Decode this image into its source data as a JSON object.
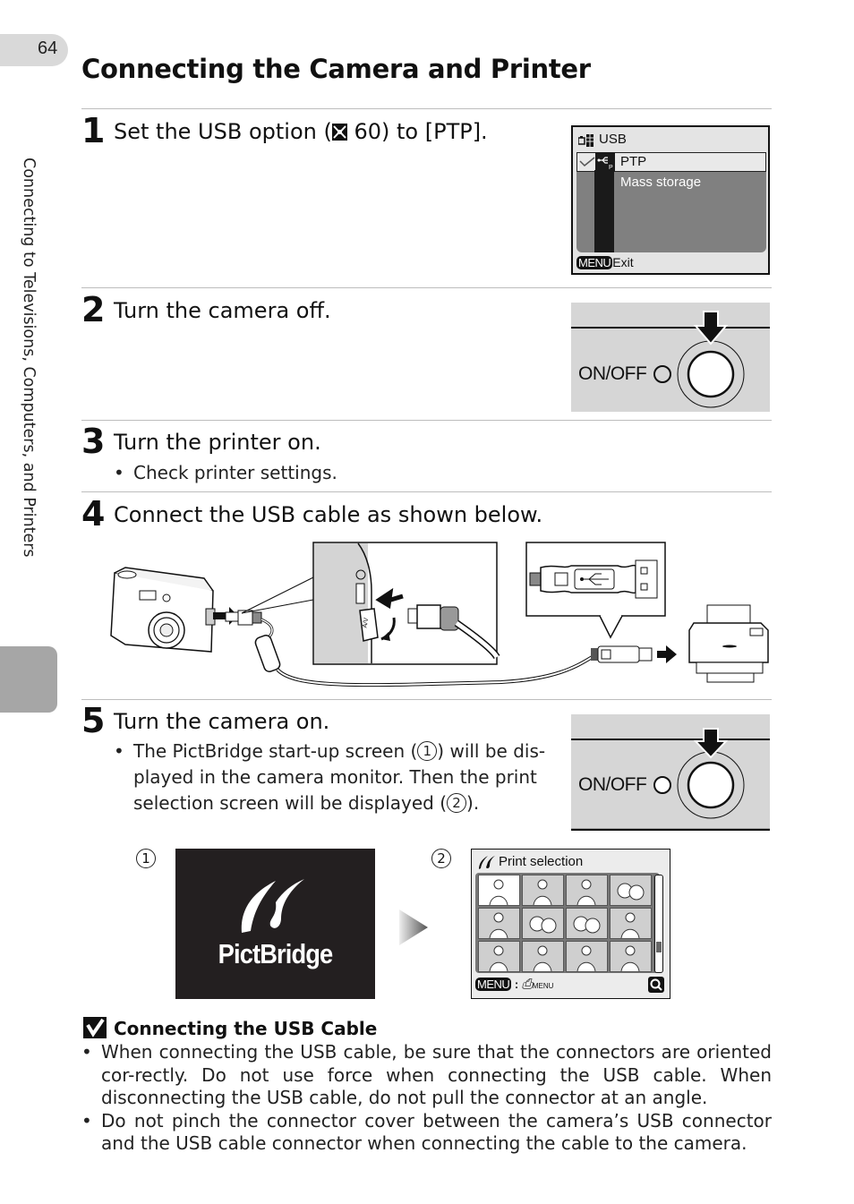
{
  "page": {
    "number": "64",
    "title": "Connecting the Camera and Printer",
    "side_tab_label": "Connecting to Televisions, Computers, and Printers"
  },
  "steps": [
    {
      "number": "1",
      "text_before": "Set the USB option (",
      "ref_icon": "reference-icon",
      "text_after": " 60) to [PTP]."
    },
    {
      "number": "2",
      "text": "Turn the camera off."
    },
    {
      "number": "3",
      "text": "Turn the printer on.",
      "bullets": [
        "Check printer settings."
      ]
    },
    {
      "number": "4",
      "text": "Connect the USB cable as shown below."
    },
    {
      "number": "5",
      "text": "Turn the camera on.",
      "bullet_parts": [
        "The PictBridge start-up screen (",
        "1",
        ") will be dis-",
        "played in the camera monitor. Then the print",
        "selection screen will be displayed (",
        "2",
        ")."
      ]
    }
  ],
  "usb_menu": {
    "title": "USB",
    "items": [
      {
        "label": "PTP",
        "selected": true
      },
      {
        "label": "Mass storage",
        "selected": false
      }
    ],
    "footer_button": "MENU",
    "footer_label": "Exit"
  },
  "power_switch": {
    "label": "ON/OFF"
  },
  "usb_diagram": {
    "port_label_1": "A/V",
    "port_label_2": "OUT"
  },
  "screens": {
    "marker_1": "1",
    "marker_2": "2",
    "pictbridge_label": "PictBridge",
    "print_selection_title": "Print selection",
    "print_selection_footer_button": "MENU",
    "print_selection_footer_sep": ":",
    "print_selection_footer_sub": "MENU",
    "thumbnails": [
      "woman-landscape",
      "woman-child",
      "family-tree",
      "flowers",
      "woman-portrait",
      "flowers",
      "flowers",
      "woman-child",
      "woman-child",
      "family-tree",
      "woman-landscape",
      "woman-landscape"
    ]
  },
  "note": {
    "title": "Connecting the USB Cable",
    "items": [
      "When connecting the USB cable, be sure that the connectors are oriented cor-rectly. Do not use force when connecting the USB cable. When disconnecting the USB cable, do not pull the connector at an angle.",
      "Do not pinch the connector cover between the camera’s USB connector and the USB cable connector when connecting the cable to the camera."
    ]
  }
}
